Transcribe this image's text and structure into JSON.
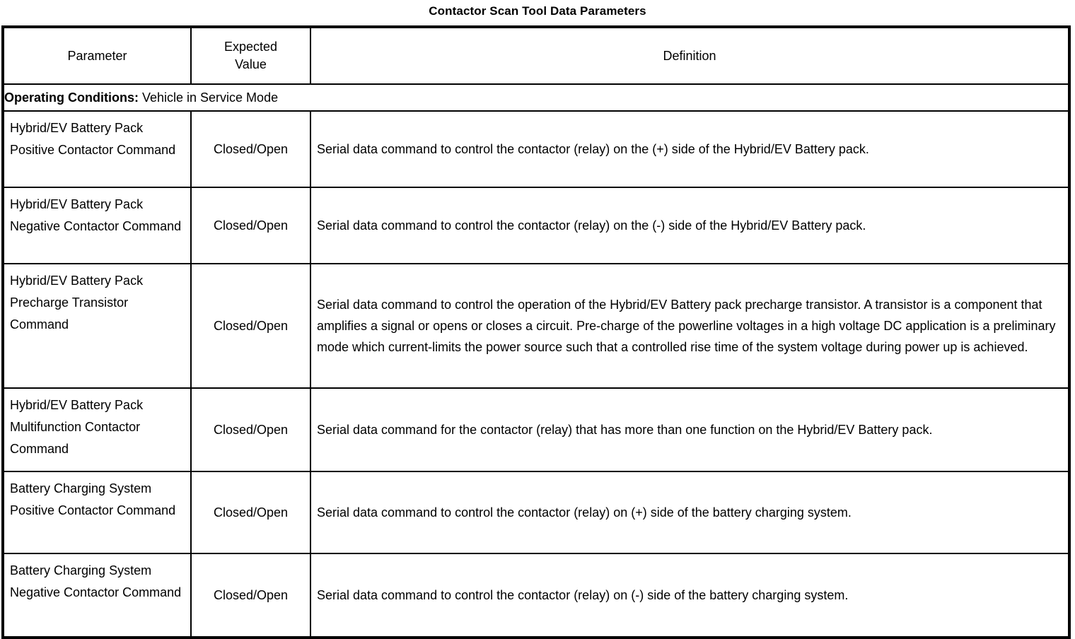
{
  "document": {
    "title": "Contactor Scan Tool Data Parameters"
  },
  "table": {
    "headers": {
      "parameter": "Parameter",
      "expected_value_line1": "Expected",
      "expected_value_line2": "Value",
      "definition": "Definition"
    },
    "operating_conditions": {
      "label": "Operating Conditions:",
      "text": " Vehicle in Service Mode"
    },
    "rows": [
      {
        "parameter": "Hybrid/EV Battery Pack Positive Contactor Command",
        "expected_value": "Closed/Open",
        "definition": "Serial data command to control the contactor (relay) on the (+) side of the Hybrid/EV Battery pack."
      },
      {
        "parameter": "Hybrid/EV Battery Pack Negative Contactor Command",
        "expected_value": "Closed/Open",
        "definition": "Serial data command to control the contactor (relay) on the (-) side of the Hybrid/EV Battery pack."
      },
      {
        "parameter": "Hybrid/EV Battery Pack Precharge Transistor Command",
        "expected_value": "Closed/Open",
        "definition": "Serial data command to control the operation of the Hybrid/EV Battery pack precharge transistor. A transistor is a component that amplifies a signal or opens or closes a circuit. Pre-charge of the powerline voltages in a high voltage DC application is a preliminary mode which current-limits the power source such that a controlled rise time of the system voltage during power up is achieved."
      },
      {
        "parameter": "Hybrid/EV Battery Pack Multifunction Contactor Command",
        "expected_value": "Closed/Open",
        "definition": "Serial data command for the contactor (relay) that has more than one function on the Hybrid/EV Battery pack."
      },
      {
        "parameter": "Battery Charging System Positive Contactor Command",
        "expected_value": "Closed/Open",
        "definition": "Serial data command to control the contactor (relay) on (+) side of the battery charging system."
      },
      {
        "parameter": "Battery Charging System Negative Contactor Command",
        "expected_value": "Closed/Open",
        "definition": "Serial data command to control the contactor (relay) on (-) side of the battery charging system."
      }
    ]
  }
}
